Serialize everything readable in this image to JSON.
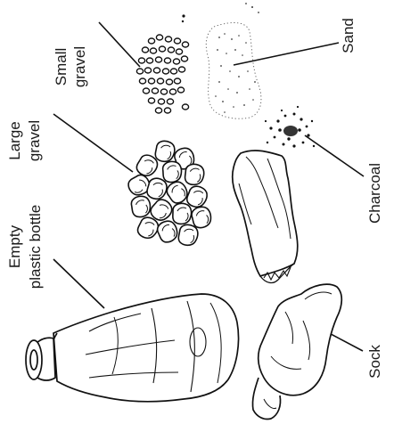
{
  "labels": {
    "small_gravel": [
      "Small",
      "gravel"
    ],
    "sand": "Sand",
    "large_gravel": [
      "Large",
      "gravel"
    ],
    "charcoal": "Charcoal",
    "empty_bottle": [
      "Empty",
      "plastic bottle"
    ],
    "sock": "Sock"
  }
}
